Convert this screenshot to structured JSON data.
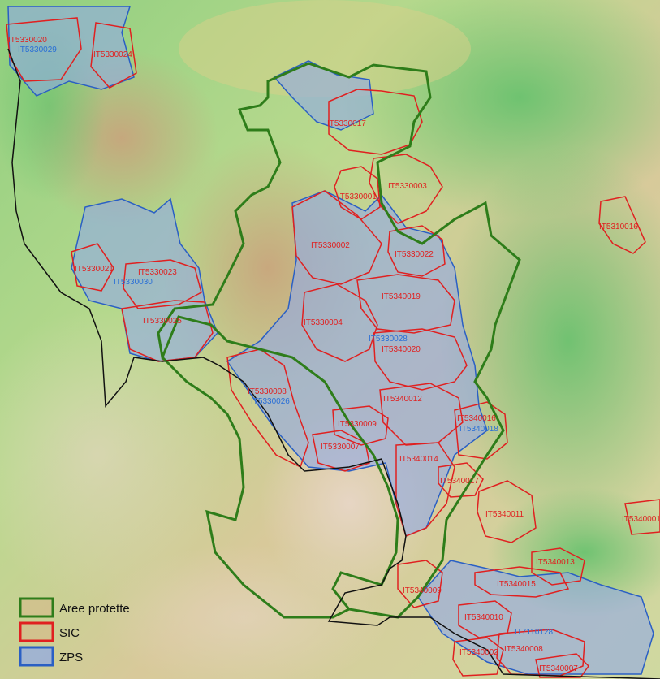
{
  "legend": {
    "items": [
      {
        "key": "aree",
        "label": "Aree protette",
        "color": "#2e7d1a"
      },
      {
        "key": "sic",
        "label": "SIC",
        "color": "#e02020"
      },
      {
        "key": "zps",
        "label": "ZPS",
        "color": "#2a5fc4"
      }
    ]
  },
  "colors": {
    "sic": "#e02020",
    "zps_label": "#2a6fd6",
    "aree": "#2e7d1a",
    "boundary": "#111111"
  },
  "labels": {
    "sic": [
      "IT5330020",
      "IT5330024",
      "IT5330017",
      "IT5330003",
      "IT5330001",
      "IT5330002",
      "IT5330022",
      "IT5330021",
      "IT5330023",
      "IT5330025",
      "IT5340019",
      "IT5330004",
      "IT5340020",
      "IT5340012",
      "IT5340014",
      "IT5340016",
      "IT5330008",
      "IT5330007",
      "IT5330009",
      "IT5340017",
      "IT5340011",
      "IT5340013",
      "IT5340015",
      "IT5340002",
      "IT5340010",
      "IT5340008",
      "IT5340007",
      "IT5340009",
      "IT5310016",
      "IT5340001"
    ],
    "zps": [
      "IT5330029",
      "IT5330030",
      "IT5330028",
      "IT5330026",
      "IT5340018",
      "IT7110128"
    ]
  }
}
